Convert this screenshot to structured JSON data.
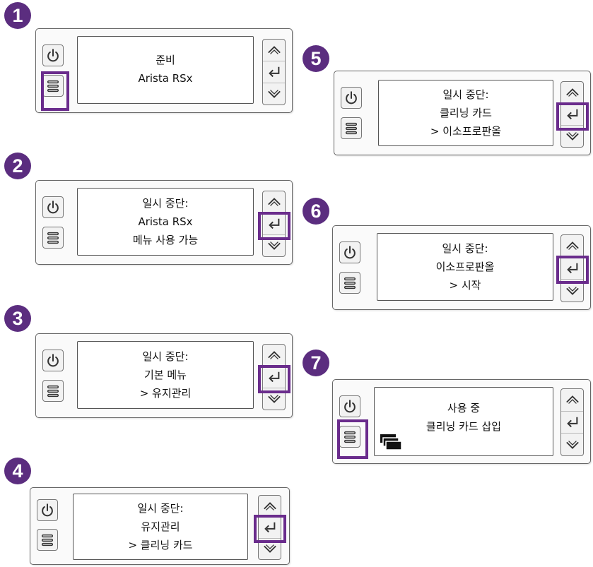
{
  "colors": {
    "step_badge": "#5b2d7f",
    "highlight": "#6a2c8c",
    "panel_border": "#666666"
  },
  "panels": [
    {
      "step": "1",
      "lines": [
        "준비",
        "Arista RSx"
      ],
      "highlight": "menu-button"
    },
    {
      "step": "2",
      "lines": [
        "일시 중단:",
        "Arista RSx",
        "메뉴 사용 가능"
      ],
      "highlight": "enter-button"
    },
    {
      "step": "3",
      "lines": [
        "일시 중단:",
        "기본 메뉴",
        "> 유지관리"
      ],
      "highlight": "enter-button"
    },
    {
      "step": "4",
      "lines": [
        "일시 중단:",
        "유지관리",
        "> 클리닝 카드"
      ],
      "highlight": "enter-button"
    },
    {
      "step": "5",
      "lines": [
        "일시 중단:",
        "클리닝 카드",
        "> 이소프로판올"
      ],
      "highlight": "enter-button"
    },
    {
      "step": "6",
      "lines": [
        "일시 중단:",
        "이소프로판올",
        "> 시작"
      ],
      "highlight": "enter-button"
    },
    {
      "step": "7",
      "lines": [
        "사용 중",
        "클리닝 카드 삽입"
      ],
      "highlight": "menu-button"
    }
  ],
  "icons": {
    "power": "power-icon",
    "menu": "menu-icon",
    "up": "chevron-up-icon",
    "enter": "enter-icon",
    "down": "chevron-down-icon",
    "cards": "card-stack-icon"
  }
}
